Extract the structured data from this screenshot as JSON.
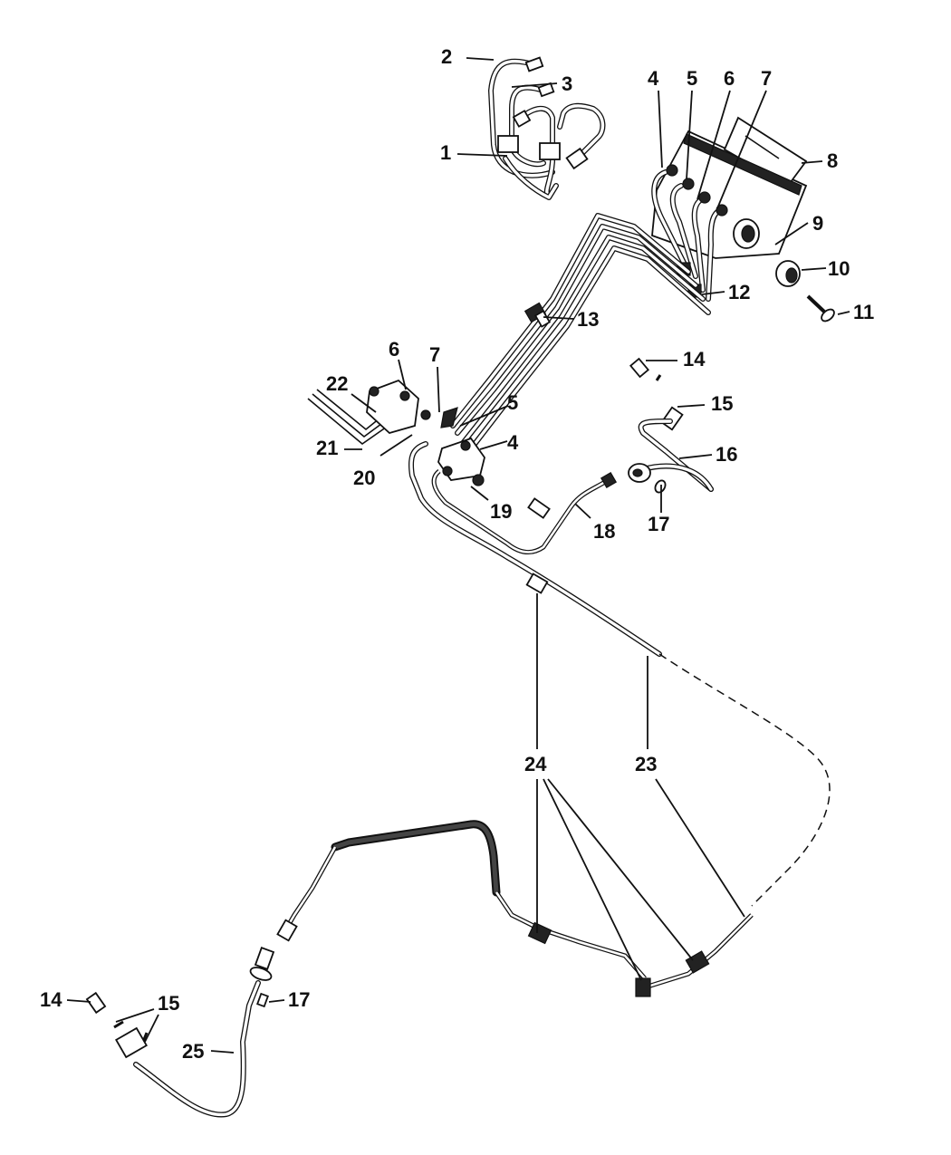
{
  "diagram": {
    "title": "Brake lines and ABS module exploded view",
    "callouts": [
      {
        "id": "c1",
        "label": "1"
      },
      {
        "id": "c2",
        "label": "2"
      },
      {
        "id": "c3",
        "label": "3"
      },
      {
        "id": "c4a",
        "label": "4"
      },
      {
        "id": "c5a",
        "label": "5"
      },
      {
        "id": "c6a",
        "label": "6"
      },
      {
        "id": "c7a",
        "label": "7"
      },
      {
        "id": "c8",
        "label": "8"
      },
      {
        "id": "c9",
        "label": "9"
      },
      {
        "id": "c10",
        "label": "10"
      },
      {
        "id": "c11",
        "label": "11"
      },
      {
        "id": "c12",
        "label": "12"
      },
      {
        "id": "c13",
        "label": "13"
      },
      {
        "id": "c14a",
        "label": "14"
      },
      {
        "id": "c15a",
        "label": "15"
      },
      {
        "id": "c16",
        "label": "16"
      },
      {
        "id": "c17a",
        "label": "17"
      },
      {
        "id": "c18",
        "label": "18"
      },
      {
        "id": "c19",
        "label": "19"
      },
      {
        "id": "c20",
        "label": "20"
      },
      {
        "id": "c21",
        "label": "21"
      },
      {
        "id": "c22",
        "label": "22"
      },
      {
        "id": "c6b",
        "label": "6"
      },
      {
        "id": "c7b",
        "label": "7"
      },
      {
        "id": "c5b",
        "label": "5"
      },
      {
        "id": "c4b",
        "label": "4"
      },
      {
        "id": "c23",
        "label": "23"
      },
      {
        "id": "c24",
        "label": "24"
      },
      {
        "id": "c14b",
        "label": "14"
      },
      {
        "id": "c15b",
        "label": "15"
      },
      {
        "id": "c17b",
        "label": "17"
      },
      {
        "id": "c25",
        "label": "25"
      }
    ]
  }
}
